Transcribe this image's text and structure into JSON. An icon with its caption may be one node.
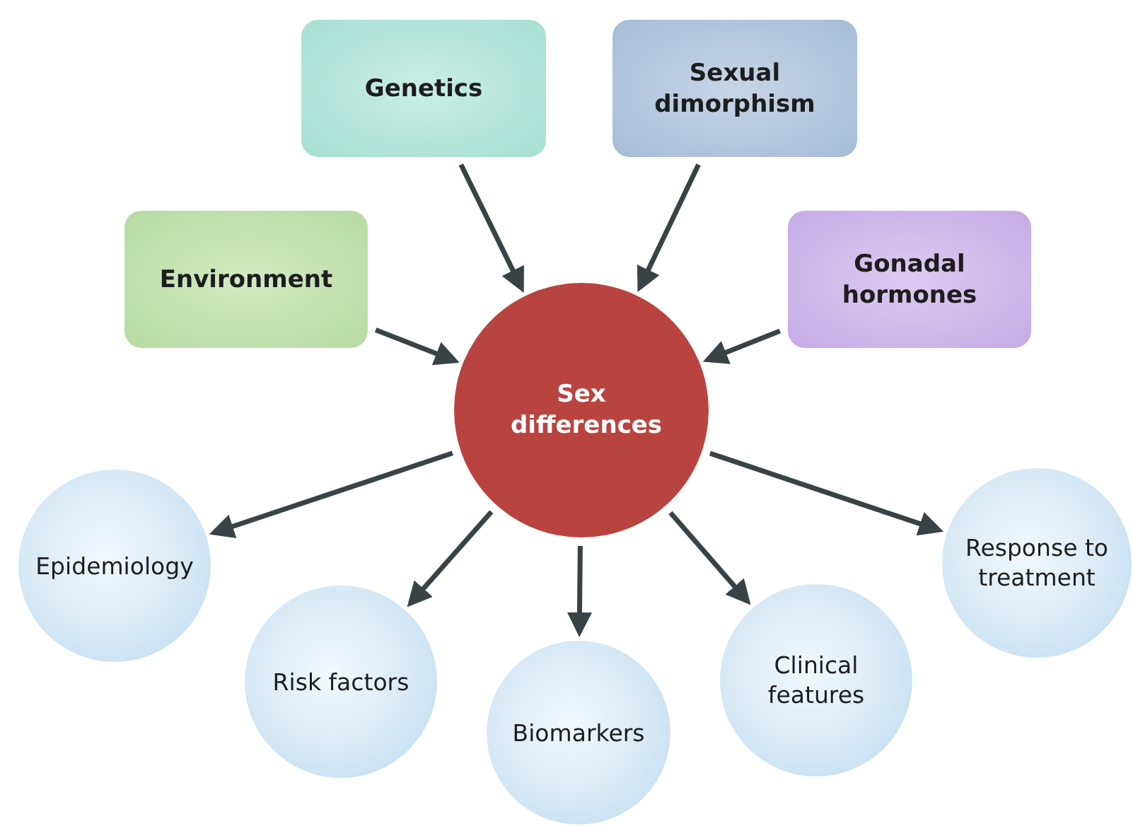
{
  "diagram": {
    "nodes": [
      {
        "text": [
          "Genetics"
        ]
      },
      {
        "text": [
          "Sexual dimorphism"
        ]
      },
      {
        "text": [
          "Environment"
        ]
      },
      {
        "text": [
          "Gonadal hormones"
        ]
      },
      {
        "text": [
          "Sex differences"
        ]
      },
      {
        "text": [
          "Epidemiology"
        ]
      },
      {
        "text": [
          "Risk factors"
        ]
      },
      {
        "text": [
          "Biomarkers"
        ]
      },
      {
        "text": [
          "Clinical features"
        ]
      },
      {
        "text": [
          "Response to treatment"
        ]
      }
    ],
    "edges": [
      {
        "from": 0,
        "to": 4,
        "arrow": "to"
      },
      {
        "from": 1,
        "to": 4,
        "arrow": "to"
      },
      {
        "from": 2,
        "to": 4,
        "arrow": "to"
      },
      {
        "from": 3,
        "to": 4,
        "arrow": "to"
      },
      {
        "from": 4,
        "to": 5,
        "arrow": "to"
      },
      {
        "from": 4,
        "to": 6,
        "arrow": "to"
      },
      {
        "from": 4,
        "to": 7,
        "arrow": "to"
      },
      {
        "from": 4,
        "to": 8,
        "arrow": "to"
      },
      {
        "from": 4,
        "to": 9,
        "arrow": "to"
      }
    ]
  }
}
